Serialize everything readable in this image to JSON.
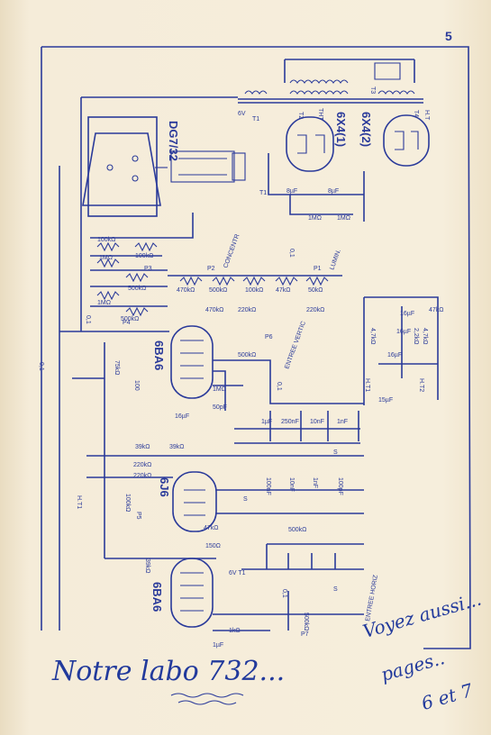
{
  "page_number": "5",
  "handwriting": {
    "caption": "Notre labo 732...",
    "side_note_1": "Voyez aussi...",
    "side_note_2": "pages..",
    "side_note_3": "6 et 7"
  },
  "tubes": {
    "crt": "DG7/32",
    "rectifier_1": "6X4(1)",
    "rectifier_2": "6X4(2)",
    "amp_vertical": "6BA6",
    "timebase": "6J6",
    "amp_horizontal": "6BA6"
  },
  "transformers": {
    "t1": "T1",
    "t2": "T2",
    "t3": "T3",
    "t4": "T4",
    "tht": "THT",
    "ht": "H.T",
    "v6": "6V"
  },
  "controls": {
    "p1": "P1",
    "p2": "P2",
    "p3": "P3",
    "p4": "P4",
    "p5": "P5",
    "p6": "P6",
    "p7": "P7",
    "concentr": "CONCENTR",
    "lumin": "LUMIN."
  },
  "components": {
    "r100k_a": "100kΩ",
    "r100k_b": "100kΩ",
    "r1M_a": "1MΩ",
    "r500k_a": "500kΩ",
    "r1M_b": "1MΩ",
    "r500k_b": "500kΩ",
    "r470k_a": "470kΩ",
    "r470k_b": "470kΩ",
    "r500k_c": "500kΩ",
    "r100k_c": "100kΩ",
    "r220k_a": "220kΩ",
    "r47k_a": "47kΩ",
    "r220k_b": "220kΩ",
    "r50k": "50kΩ",
    "c01_a": "0,1",
    "c01_b": "0,1",
    "c01_c": "0,1",
    "c01_d": "0,1",
    "c01_e": "0,1",
    "c8uf_a": "8µF",
    "c8uf_b": "8µF",
    "r1M_c": "1MΩ",
    "r1M_d": "1MΩ",
    "r75k": "75kΩ",
    "c100": "100",
    "r500k_d": "500kΩ",
    "r1M_e": "1MΩ",
    "c50pf": "50pF",
    "c16uf": "16µF",
    "r4k7": "4,7kΩ",
    "r39k_a": "39kΩ",
    "r39k_b": "39kΩ",
    "r220k_c": "220kΩ",
    "r220k_d": "220kΩ",
    "r100k_d": "100kΩ",
    "r39k_c": "39kΩ",
    "c1uf": "1µF",
    "c250nf": "250nF",
    "c10nf_a": "10nF",
    "c1nf_a": "1nF",
    "c100nf": "100nF",
    "c10nf_b": "10nF",
    "c1nf_b": "1nF",
    "c100pf": "100pF",
    "r47k_b": "47kΩ",
    "r150": "150Ω",
    "r500k_e": "500kΩ",
    "r500k_f": "500kΩ",
    "r1k": "1kΩ",
    "c16uf_b": "16µF",
    "c16uf_c": "16µF",
    "r4k7_b": "4,7kΩ",
    "r2k2": "2,2kΩ",
    "r47k_c": "47kΩ",
    "c16_d": "16µF",
    "c15uf": "15µF",
    "c1uf_b": "1µF"
  },
  "labels": {
    "entree_vertic": "ENTREE VERTIC",
    "entree_horiz": "ENTREE HORIZ",
    "ht1": "H.T1",
    "ht2": "H.T2",
    "ht1_left": "H.T1",
    "v6_t1": "6V T1",
    "s_1": "S",
    "s_2": "S",
    "s_3": "S",
    "t1_small": "T1"
  }
}
